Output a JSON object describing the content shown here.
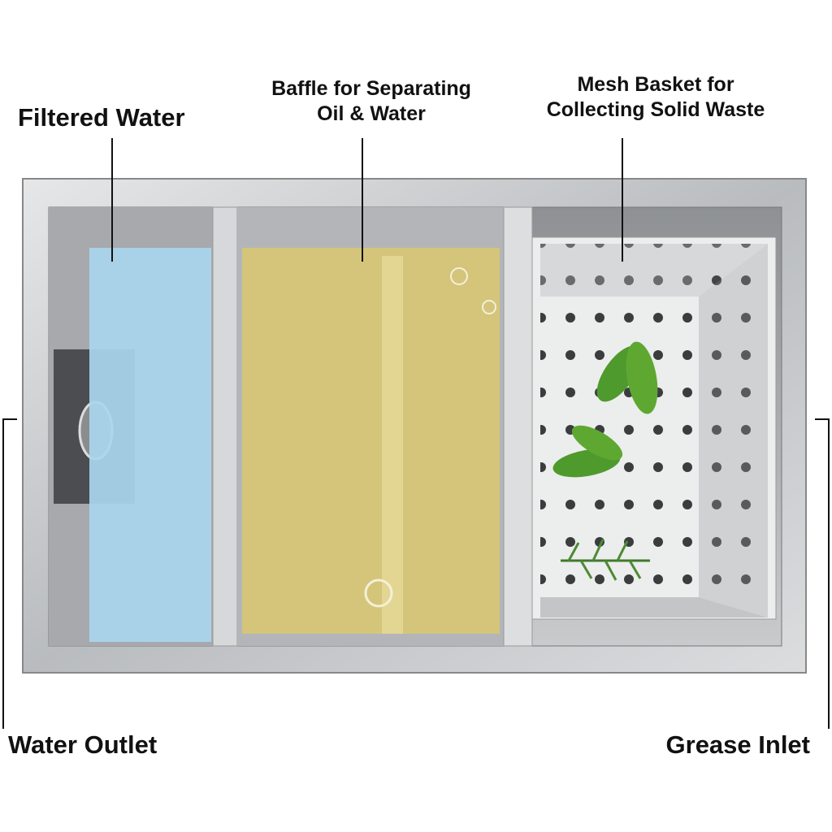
{
  "labels": {
    "filtered_water": "Filtered Water",
    "baffle_line1": "Baffle for Separating",
    "baffle_line2": "Oil & Water",
    "mesh_line1": "Mesh Basket for",
    "mesh_line2": "Collecting Solid Waste",
    "water_outlet": "Water Outlet",
    "grease_inlet": "Grease Inlet"
  },
  "colors": {
    "filtered_water": "#a9d6ee",
    "oil_layer": "#d9c870",
    "steel": "#c9cbcd",
    "leaf": "#4f9a2c"
  }
}
